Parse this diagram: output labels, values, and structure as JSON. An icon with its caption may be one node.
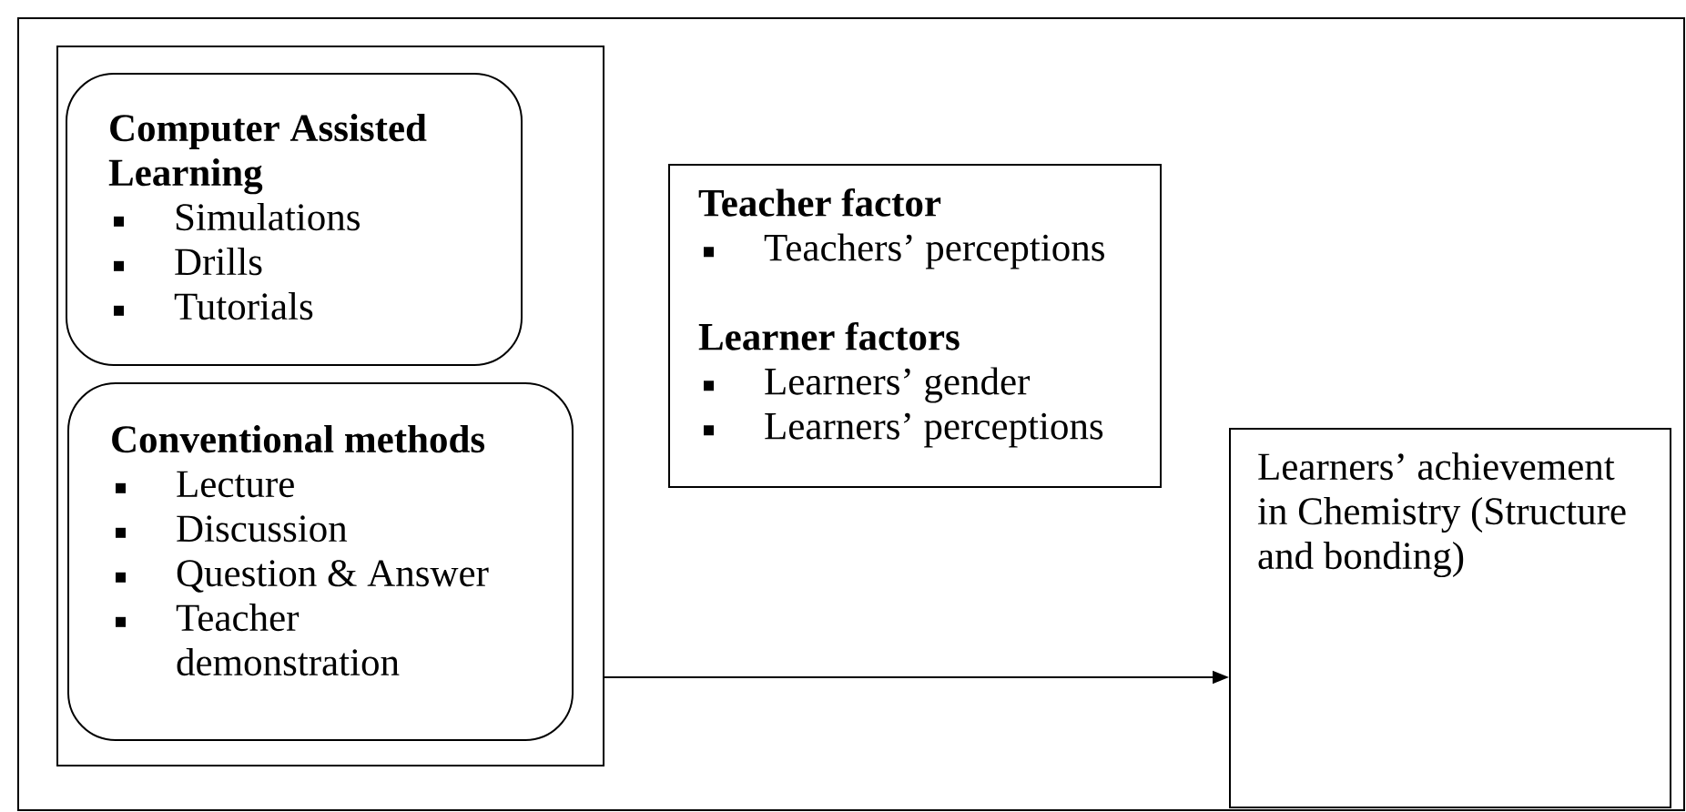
{
  "diagram": {
    "nodes": [
      {
        "text": [],
        "shape": "box"
      },
      {
        "text": [
          "Computer Assisted Learning",
          "Simulations",
          "Drills",
          "Tutorials"
        ],
        "in": 0
      },
      {
        "text": [
          "Conventional methods",
          "Lecture",
          "Discussion",
          "Question & Answer",
          "Teacher demonstration"
        ],
        "in": 0
      },
      {
        "text": [
          "Teacher factor",
          "Teachers’ perceptions",
          "Learner factors",
          "Learners’ gender",
          "Learners’ perceptions"
        ]
      },
      {
        "text": [
          "Learners’ achievement in Chemistry (Structure and bonding)"
        ]
      }
    ],
    "edges": [
      {
        "from": 0,
        "to": 4,
        "arrow": "to"
      }
    ]
  }
}
